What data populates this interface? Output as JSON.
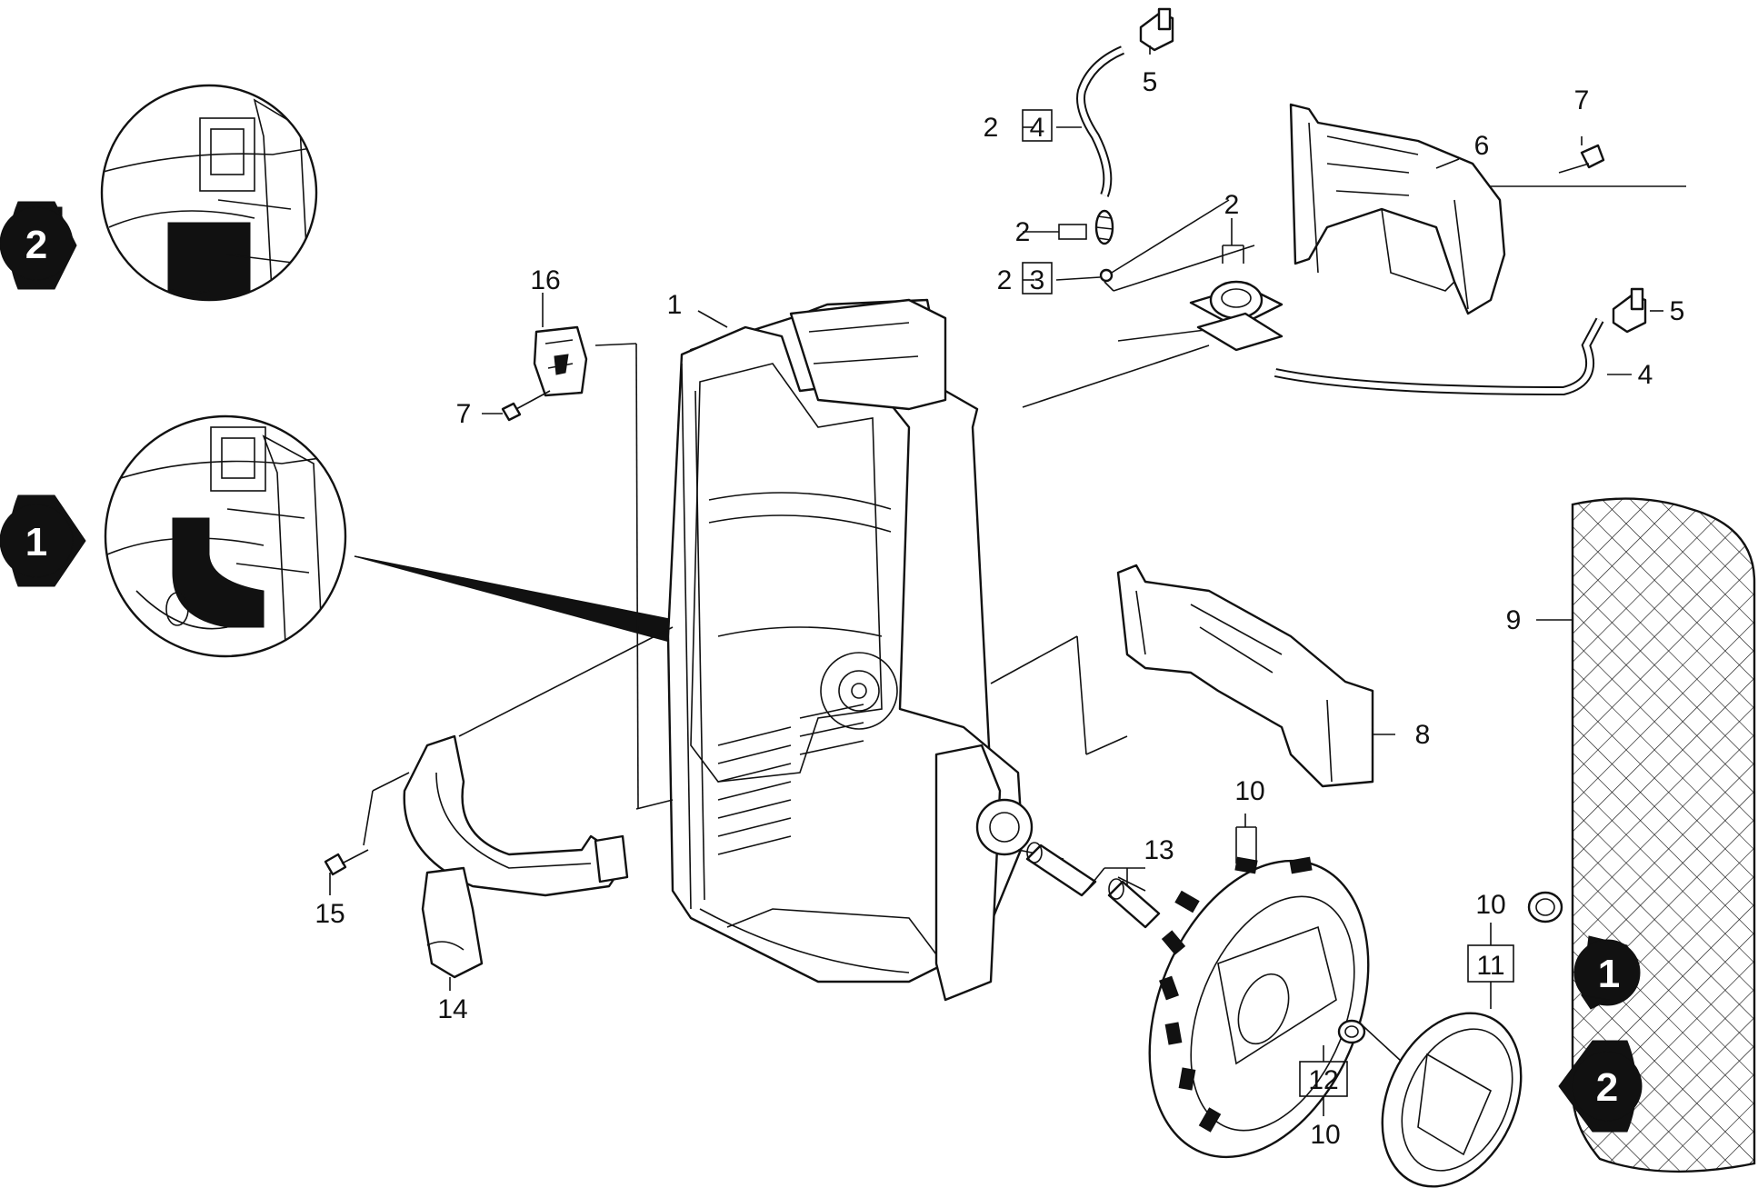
{
  "callouts": {
    "c1": "1",
    "c2a": "2",
    "c2b": "2",
    "c2c": "2",
    "c2d": "2",
    "c3": "3",
    "c4a": "4",
    "c4b": "4",
    "c5a": "5",
    "c5b": "5",
    "c6": "6",
    "c7a": "7",
    "c7b": "7",
    "c8": "8",
    "c9": "9",
    "c10a": "10",
    "c10b": "10",
    "c10c": "10",
    "c11": "11",
    "c12": "12",
    "c13": "13",
    "c14": "14",
    "c15": "15",
    "c16": "16"
  },
  "view_badges": {
    "b1_left": "1",
    "b2_left": "2",
    "b1_right": "1",
    "b2_right": "2"
  }
}
